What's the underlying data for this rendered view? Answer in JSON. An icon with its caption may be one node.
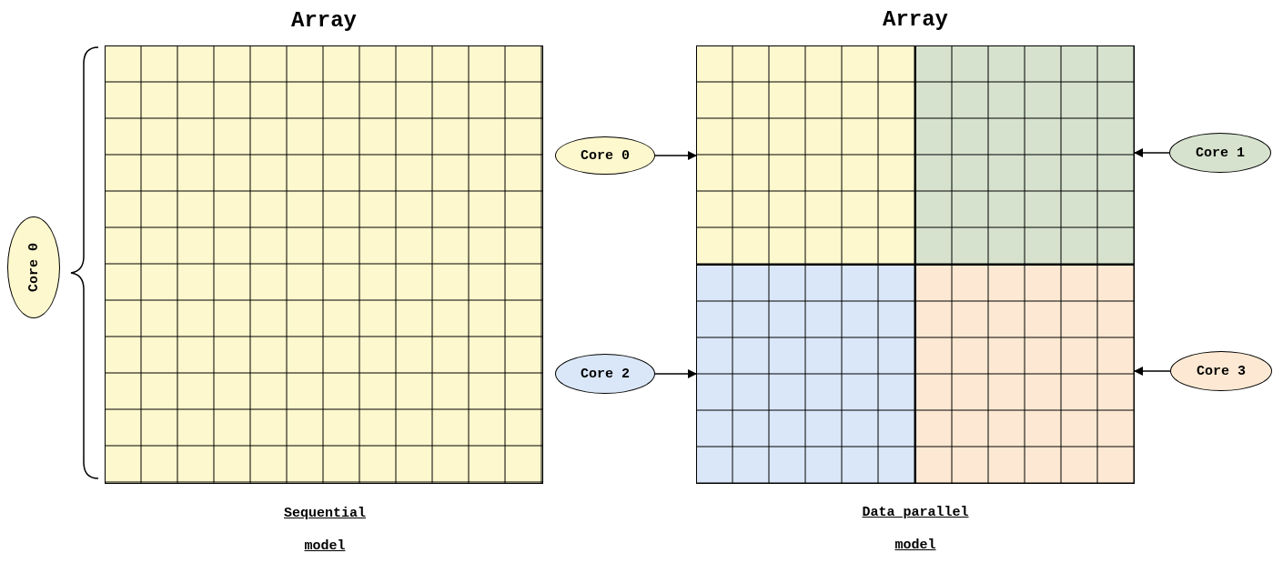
{
  "diagram": {
    "nodes": [
      {
        "text": [
          "Array"
        ],
        "beside": [
          "Sequential model"
        ]
      },
      {
        "text": [
          "Core 0"
        ]
      },
      {
        "text": [
          "Array"
        ],
        "beside": [
          "Data parallel model"
        ]
      },
      {
        "text": [],
        "shape": "box",
        "in": 2
      },
      {
        "text": [],
        "shape": "box",
        "in": 2
      },
      {
        "text": [],
        "shape": "box",
        "in": 2
      },
      {
        "text": [],
        "shape": "box",
        "in": 2
      },
      {
        "text": [
          "Core 0"
        ]
      },
      {
        "text": [
          "Core 1"
        ]
      },
      {
        "text": [
          "Core 2"
        ]
      },
      {
        "text": [
          "Core 3"
        ]
      }
    ],
    "edges": [
      {
        "from": 7,
        "to": 3,
        "arrow": "to"
      },
      {
        "from": 8,
        "to": 4,
        "arrow": "to"
      },
      {
        "from": 9,
        "to": 5,
        "arrow": "to"
      },
      {
        "from": 10,
        "to": 6,
        "arrow": "to"
      }
    ]
  }
}
